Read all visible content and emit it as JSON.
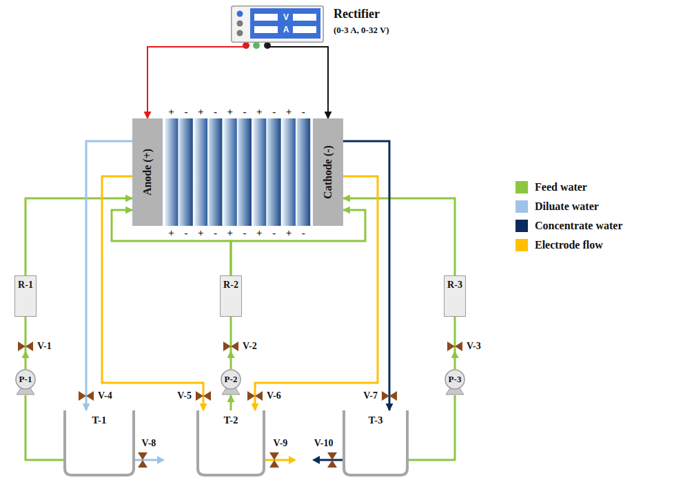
{
  "diagram": {
    "nodes": [
      {
        "text": [
          "Rectifier",
          "(0-3 A, 0-32 V)"
        ]
      },
      {
        "text": [
          "Anode (+)"
        ]
      },
      {
        "text": [
          "Cathode (-)"
        ]
      },
      {
        "text": [
          "R-1"
        ]
      },
      {
        "text": [
          "V-1"
        ]
      },
      {
        "text": [
          "P-1"
        ]
      },
      {
        "text": [
          "R-2"
        ]
      },
      {
        "text": [
          "V-2"
        ]
      },
      {
        "text": [
          "P-2"
        ]
      },
      {
        "text": [
          "R-3"
        ]
      },
      {
        "text": [
          "V-3"
        ]
      },
      {
        "text": [
          "P-3"
        ]
      },
      {
        "text": [
          "V-4"
        ]
      },
      {
        "text": [
          "V-5"
        ]
      },
      {
        "text": [
          "V-6"
        ]
      },
      {
        "text": [
          "V-7"
        ]
      },
      {
        "text": [
          "T-1"
        ]
      },
      {
        "text": [
          "V-8"
        ]
      },
      {
        "text": [
          "T-2"
        ]
      },
      {
        "text": [
          "V-9"
        ]
      },
      {
        "text": [
          "V-10"
        ]
      },
      {
        "text": [
          "T-3"
        ]
      }
    ],
    "edges": [
      {
        "from": 0,
        "to": 1,
        "arrow": "to"
      },
      {
        "from": 0,
        "to": 2,
        "arrow": "to"
      },
      {
        "from": 16,
        "to": 5,
        "arrow": "none"
      },
      {
        "from": 5,
        "to": 4,
        "arrow": "to"
      },
      {
        "from": 4,
        "to": 3,
        "arrow": "none"
      },
      {
        "from": 3,
        "to": 1,
        "arrow": "to"
      },
      {
        "from": 18,
        "to": 8,
        "arrow": "to"
      },
      {
        "from": 8,
        "to": 7,
        "arrow": "to"
      },
      {
        "from": 7,
        "to": 6,
        "arrow": "none"
      },
      {
        "from": 6,
        "to": 1,
        "arrow": "to"
      },
      {
        "from": 6,
        "to": 2,
        "arrow": "to"
      },
      {
        "from": 9,
        "to": 2,
        "arrow": "to"
      },
      {
        "from": 10,
        "to": 9,
        "arrow": "none"
      },
      {
        "from": 11,
        "to": 10,
        "arrow": "to"
      },
      {
        "from": 21,
        "to": 11,
        "arrow": "none"
      },
      {
        "from": 1,
        "to": 12,
        "arrow": "none"
      },
      {
        "from": 12,
        "to": 16,
        "arrow": "to"
      },
      {
        "from": 1,
        "to": 13,
        "arrow": "none"
      },
      {
        "from": 13,
        "to": 18,
        "arrow": "to"
      },
      {
        "from": 2,
        "to": 14,
        "arrow": "none"
      },
      {
        "from": 14,
        "to": 18,
        "arrow": "to"
      },
      {
        "from": 2,
        "to": 15,
        "arrow": "none"
      },
      {
        "from": 15,
        "to": 21,
        "arrow": "to"
      },
      {
        "from": 16,
        "to": 17,
        "arrow": "none"
      },
      {
        "from": 18,
        "to": 19,
        "arrow": "none"
      },
      {
        "from": 21,
        "to": 20,
        "arrow": "none"
      }
    ],
    "labels": [
      "V",
      "A",
      "+",
      "-",
      "+",
      "-",
      "+",
      "-",
      "+",
      "-",
      "+",
      "-",
      "+",
      "-",
      "+",
      "-",
      "+",
      "-",
      "+",
      "-",
      "+",
      "-"
    ],
    "legend": [
      {
        "text": "Feed water",
        "color": "#8dc63f"
      },
      {
        "text": "Diluate water",
        "color": "#9dc3e6"
      },
      {
        "text": "Concentrate water",
        "color": "#0b2a5b"
      },
      {
        "text": "Electrode flow",
        "color": "#ffc000"
      }
    ]
  }
}
